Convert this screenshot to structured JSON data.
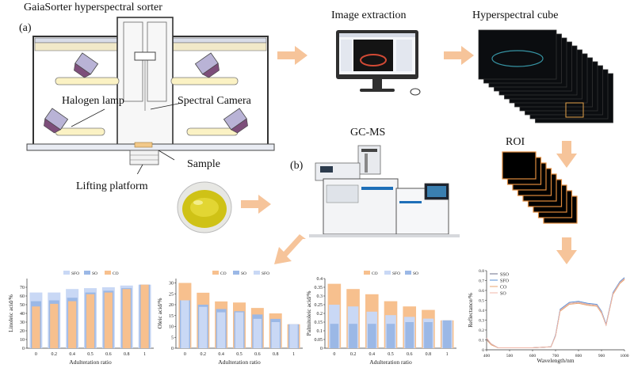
{
  "titles": {
    "sorter": "GaiaSorter hyperspectral sorter",
    "image_extraction": "Image extraction",
    "hyperspectral_cube": "Hyperspectral cube",
    "gcms": "GC-MS",
    "roi": "ROI"
  },
  "panel_labels": {
    "a": "(a)",
    "b": "(b)"
  },
  "annotations": {
    "halogen_lamp": "Halogen lamp",
    "spectral_camera": "Spectral Camera",
    "sample": "Sample",
    "lifting_platform": "Lifting platform"
  },
  "colors": {
    "arrow": "#f6c49a",
    "sfo": "#c9d8f5",
    "so": "#9bb8e6",
    "co": "#f7c08e",
    "lamp_glow": "#f5d84a"
  },
  "chart_data": [
    {
      "type": "bar",
      "categories": [
        "0",
        "0.2",
        "0.4",
        "0.5",
        "0.6",
        "0.8",
        "1"
      ],
      "series": [
        {
          "name": "SFO",
          "values": [
            64,
            64,
            68,
            69,
            70,
            72,
            73
          ]
        },
        {
          "name": "SO",
          "values": [
            54,
            55,
            58,
            64,
            66,
            69,
            73
          ]
        },
        {
          "name": "CO",
          "values": [
            48,
            51,
            54,
            62,
            64,
            68,
            73
          ]
        }
      ],
      "xlabel": "Adulteration ratio",
      "ylabel": "Linoleic acid/%",
      "yticks": [
        0,
        10,
        20,
        30,
        40,
        50,
        60,
        70
      ],
      "ylim": [
        0,
        80
      ],
      "legend": "top"
    },
    {
      "type": "bar",
      "categories": [
        "0",
        "0.2",
        "0.4",
        "0.5",
        "0.6",
        "0.8",
        "1"
      ],
      "series": [
        {
          "name": "CO",
          "values": [
            30,
            25.5,
            21.5,
            21,
            18.5,
            16,
            11
          ]
        },
        {
          "name": "SO",
          "values": [
            22,
            20,
            18,
            17,
            15.5,
            13.5,
            11
          ]
        },
        {
          "name": "SFO",
          "values": [
            22,
            19,
            16.5,
            16.5,
            13.5,
            12,
            11
          ]
        }
      ],
      "xlabel": "Adulteration ratio",
      "ylabel": "Oleic acid/%",
      "yticks": [
        0,
        5,
        10,
        15,
        20,
        25,
        30
      ],
      "ylim": [
        0,
        32
      ],
      "legend": "top"
    },
    {
      "type": "bar",
      "categories": [
        "0",
        "0.2",
        "0.4",
        "0.5",
        "0.6",
        "0.8",
        "1"
      ],
      "series": [
        {
          "name": "CO",
          "values": [
            0.37,
            0.34,
            0.31,
            0.27,
            0.24,
            0.22,
            0.16
          ]
        },
        {
          "name": "SFO",
          "values": [
            0.25,
            0.24,
            0.21,
            0.19,
            0.18,
            0.17,
            0.16
          ]
        },
        {
          "name": "SO",
          "values": [
            0.14,
            0.14,
            0.14,
            0.14,
            0.15,
            0.15,
            0.16
          ]
        }
      ],
      "xlabel": "Adulteration ratio",
      "ylabel": "Palmitoleic acid/%",
      "yticks": [
        0,
        0.05,
        0.1,
        0.15,
        0.2,
        0.25,
        0.3,
        0.35,
        0.4
      ],
      "ylim": [
        0,
        0.4
      ],
      "legend": "top"
    },
    {
      "type": "line",
      "xlabel": "Wavelength/nm",
      "ylabel": "Reflectance/%",
      "xticks": [
        400,
        500,
        600,
        700,
        800,
        900,
        1000
      ],
      "yticks": [
        0,
        0.1,
        0.2,
        0.3,
        0.4,
        0.5,
        0.6,
        0.7,
        0.8
      ],
      "xlim": [
        400,
        1000
      ],
      "ylim": [
        0,
        0.8
      ],
      "legend": "top-left",
      "series": [
        {
          "name": "SSO",
          "color": "#6b6f8a",
          "x": [
            400,
            420,
            450,
            500,
            600,
            680,
            700,
            720,
            760,
            800,
            840,
            880,
            900,
            920,
            950,
            980,
            1000
          ],
          "y": [
            0.11,
            0.06,
            0.02,
            0.02,
            0.02,
            0.03,
            0.14,
            0.4,
            0.47,
            0.48,
            0.46,
            0.45,
            0.38,
            0.25,
            0.57,
            0.68,
            0.72
          ]
        },
        {
          "name": "SFO",
          "color": "#5a8fd6",
          "x": [
            400,
            420,
            450,
            500,
            600,
            680,
            700,
            720,
            760,
            800,
            840,
            880,
            900,
            920,
            950,
            980,
            1000
          ],
          "y": [
            0.1,
            0.06,
            0.02,
            0.02,
            0.02,
            0.03,
            0.15,
            0.41,
            0.48,
            0.49,
            0.47,
            0.46,
            0.39,
            0.26,
            0.58,
            0.69,
            0.73
          ]
        },
        {
          "name": "CO",
          "color": "#e8a36f",
          "x": [
            400,
            420,
            450,
            500,
            600,
            680,
            700,
            720,
            760,
            800,
            840,
            880,
            900,
            920,
            950,
            980,
            1000
          ],
          "y": [
            0.1,
            0.05,
            0.02,
            0.02,
            0.02,
            0.03,
            0.14,
            0.39,
            0.46,
            0.47,
            0.45,
            0.44,
            0.37,
            0.25,
            0.56,
            0.67,
            0.71
          ]
        },
        {
          "name": "SO",
          "color": "#f1b7a8",
          "x": [
            400,
            420,
            450,
            500,
            600,
            680,
            700,
            720,
            760,
            800,
            840,
            880,
            900,
            920,
            950,
            980,
            1000
          ],
          "y": [
            0.12,
            0.06,
            0.02,
            0.02,
            0.02,
            0.03,
            0.14,
            0.4,
            0.47,
            0.48,
            0.46,
            0.45,
            0.38,
            0.25,
            0.57,
            0.68,
            0.72
          ]
        }
      ]
    }
  ]
}
